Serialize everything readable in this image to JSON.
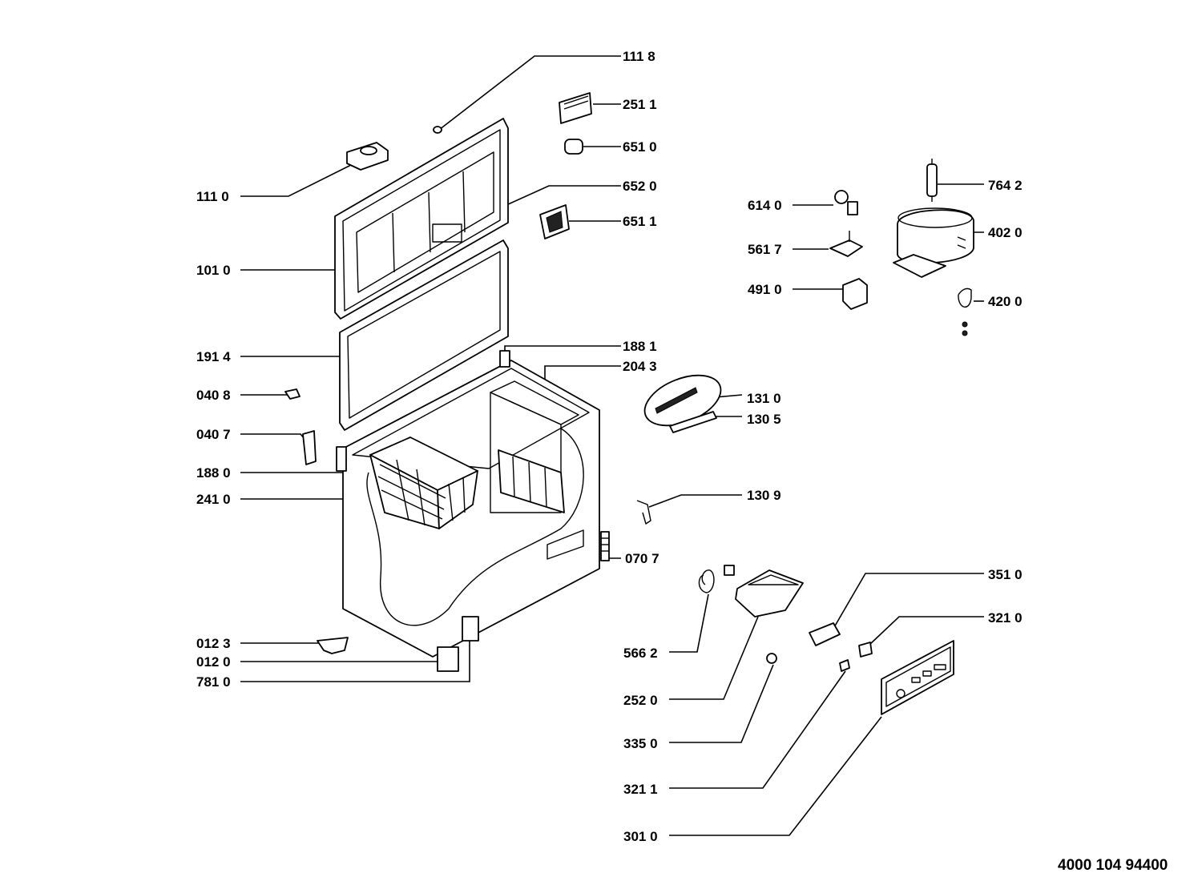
{
  "document_number": "4000 104 94400",
  "callouts": {
    "c1118": "111 8",
    "c2511": "251 1",
    "c6510": "651 0",
    "c1110": "111 0",
    "c6520": "652 0",
    "c6511": "651 1",
    "c1010": "101 0",
    "c1914": "191 4",
    "c1881": "188 1",
    "c2043": "204 3",
    "c0408": "040 8",
    "c0407": "040 7",
    "c1880": "188 0",
    "c2410": "241 0",
    "c0123": "012 3",
    "c0120": "012 0",
    "c7810": "781 0",
    "c0707": "070 7",
    "c1310": "131 0",
    "c1305": "130 5",
    "c1309": "130 9",
    "c6140": "614 0",
    "c5617": "561 7",
    "c4910": "491 0",
    "c7642": "764 2",
    "c4020": "402 0",
    "c4200": "420 0",
    "c3510": "351 0",
    "c3210": "321 0",
    "c5662": "566 2",
    "c2520": "252 0",
    "c3350": "335 0",
    "c3211": "321 1",
    "c3010": "301 0"
  }
}
